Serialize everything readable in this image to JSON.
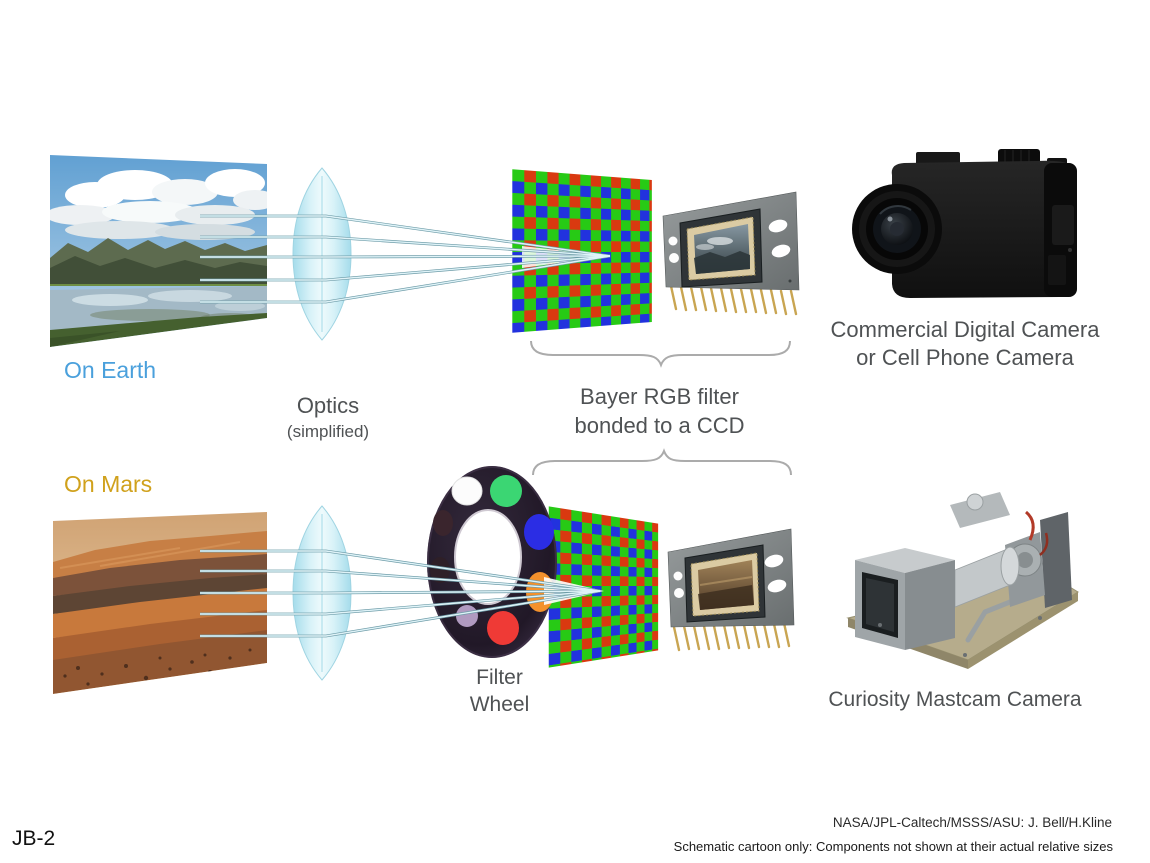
{
  "slide": {
    "footer_id": "JB-2",
    "credit": "NASA/JPL-Caltech/MSSS/ASU: J. Bell/H.Kline",
    "disclaimer": "Schematic cartoon only: Components not shown at their actual relative sizes"
  },
  "earth_row": {
    "location_label": "On Earth",
    "optics_title": "Optics",
    "optics_note": "(simplified)",
    "sensor_label_line1": "Bayer RGB filter",
    "sensor_label_line2": "bonded to a CCD",
    "camera_label_line1": "Commercial Digital Camera",
    "camera_label_line2": "or Cell Phone Camera"
  },
  "mars_row": {
    "location_label": "On Mars",
    "filter_wheel_line1": "Filter",
    "filter_wheel_line2": "Wheel",
    "camera_label": "Curiosity Mastcam Camera"
  },
  "colors": {
    "on_earth_label": "#4aa0dc",
    "on_mars_label": "#d0a11c",
    "caption_gray": "#4f5254",
    "bayer_red": "#d93910",
    "bayer_green": "#27ca15",
    "bayer_blue": "#2232de",
    "lens_fill": "#cfeef6",
    "ray_stroke": "#6e9ca8",
    "filter_wheel_slots": [
      "white",
      "green",
      "blue",
      "orange",
      "red",
      "lavender",
      "dark-red",
      "dark-red"
    ]
  }
}
